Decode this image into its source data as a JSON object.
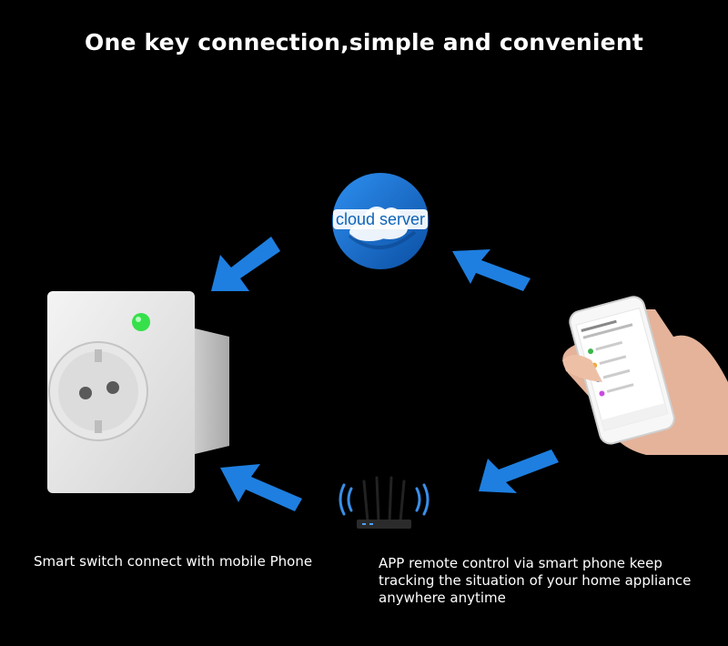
{
  "headline": "One key connection,simple and convenient",
  "cloud": {
    "label": "cloud server",
    "icon": "cloud-icon"
  },
  "captions": {
    "left": "Smart switch connect with mobile Phone",
    "right_lines": [
      "APP remote control via smart phone keep",
      "tracking the situation of  your home appliance",
      "anywhere anytime"
    ]
  },
  "illustrations": {
    "socket": "smart-socket-image",
    "phone": "hand-holding-phone-image",
    "router": "wifi-router-image",
    "arrows": "blue-arrow-icons"
  },
  "colors": {
    "background": "#000000",
    "arrow_blue": "#1e7fe0",
    "cloud_blue": "#1a73d1",
    "indicator_green": "#35e04a"
  }
}
